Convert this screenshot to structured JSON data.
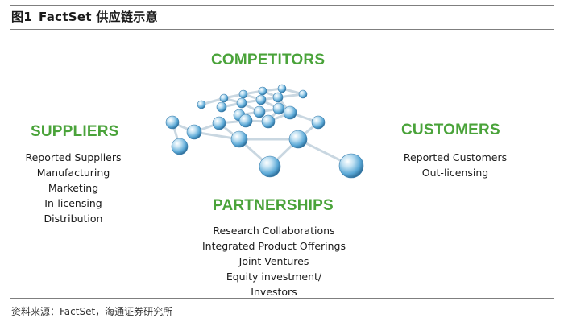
{
  "figure": {
    "label": "图1",
    "title": "FactSet 供应链示意"
  },
  "competitors": {
    "heading": "COMPETITORS"
  },
  "suppliers": {
    "heading": "SUPPLIERS",
    "items": [
      "Reported Suppliers",
      "Manufacturing",
      "Marketing",
      "In-licensing",
      "Distribution"
    ]
  },
  "customers": {
    "heading": "CUSTOMERS",
    "items": [
      "Reported Customers",
      "Out-licensing"
    ]
  },
  "partnerships": {
    "heading": "PARTNERSHIPS",
    "items": [
      "Research Collaborations",
      "Integrated Product Offerings",
      "Joint Ventures",
      "Equity investment/",
      "Investors"
    ]
  },
  "source": {
    "text": "资料来源：FactSet，海通证券研究所"
  },
  "colors": {
    "heading_green": "#4aa33a",
    "sphere_blue": "#5aa8d6",
    "bond_gray": "#c9d7e1"
  },
  "graphic": {
    "icon": "molecule-network-icon"
  }
}
